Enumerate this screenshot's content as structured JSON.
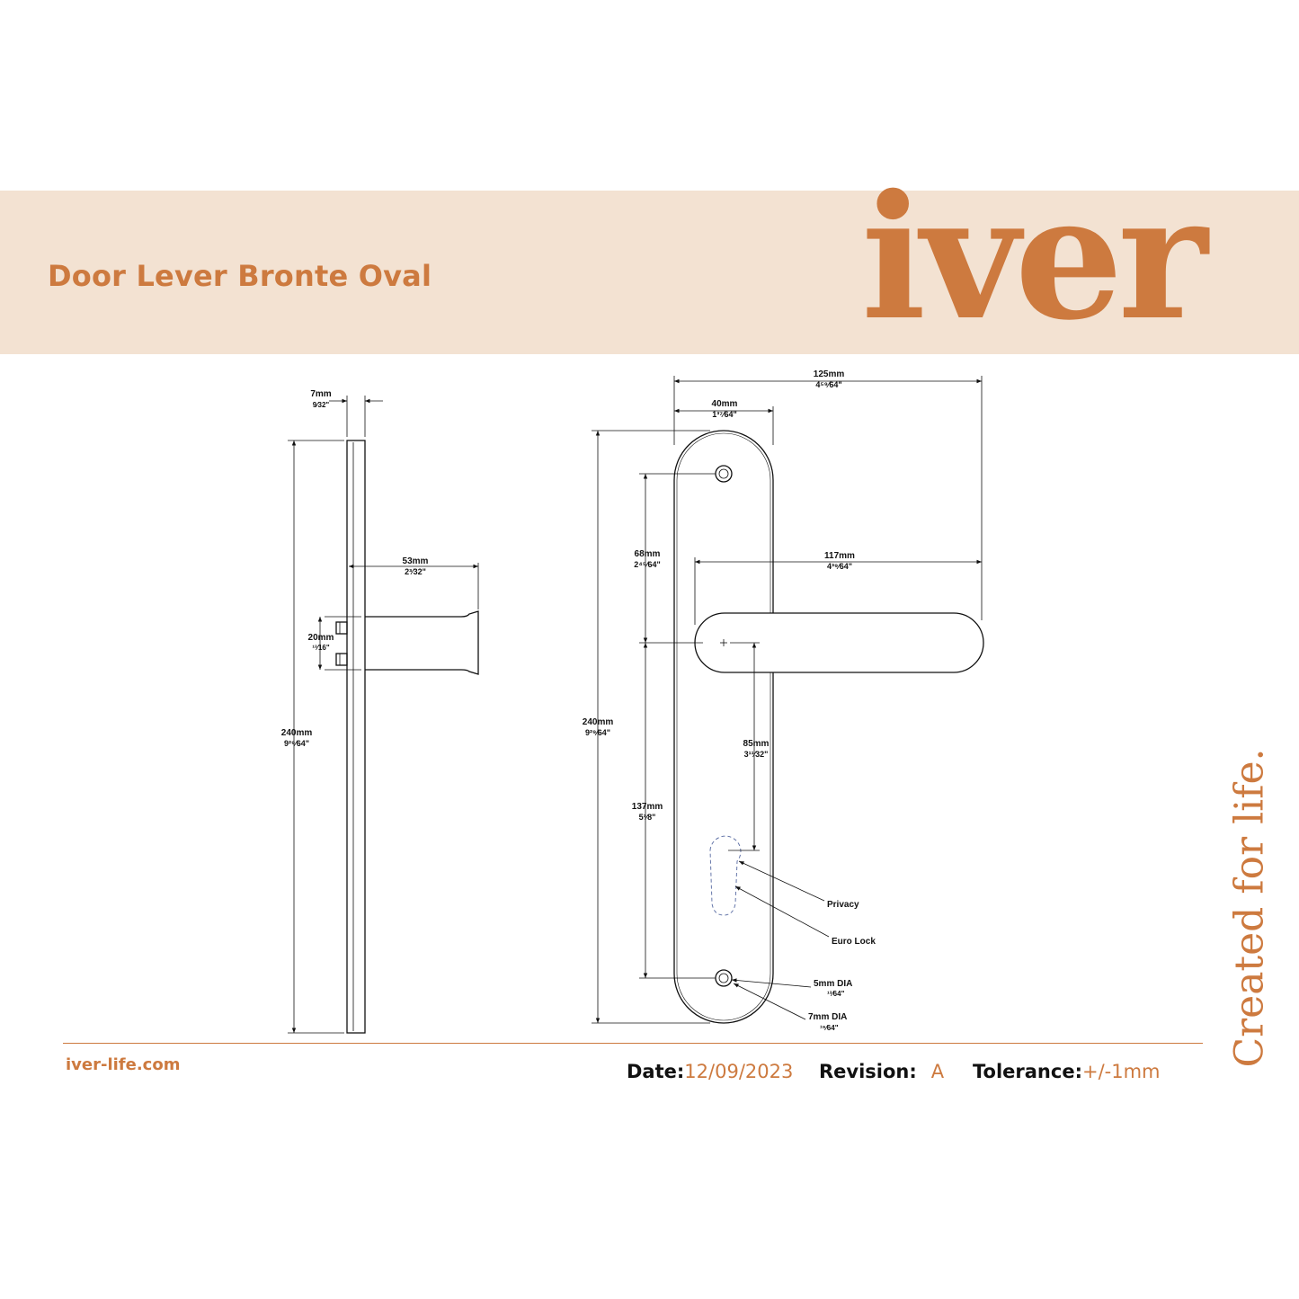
{
  "header": {
    "title": "Door Lever Bronte Oval",
    "logo_text": "iver"
  },
  "tagline": "Created for life.",
  "footer": {
    "website": "iver-life.com",
    "date_label": "Date:",
    "date_value": "12/09/2023",
    "revision_label": "Revision:",
    "revision_value": "A",
    "tolerance_label": "Tolerance:",
    "tolerance_value": "+/-1mm"
  },
  "side_view": {
    "thickness_mm": "7mm",
    "thickness_in": "9⁄32\"",
    "height_mm": "240mm",
    "height_in": "9²⁹⁄64\"",
    "projection_mm": "53mm",
    "projection_in": "2³⁄32\"",
    "rose_mm": "20mm",
    "rose_in": "¹³⁄16\""
  },
  "front_view": {
    "lever_span_mm": "125mm",
    "lever_span_in": "4⁵⁹⁄64\"",
    "plate_width_mm": "40mm",
    "plate_width_in": "1³⁷⁄64\"",
    "lever_length_mm": "117mm",
    "lever_length_in": "4³⁹⁄64\"",
    "height_mm": "240mm",
    "height_in": "9²⁹⁄64\"",
    "screw_to_lever_mm": "68mm",
    "screw_to_lever_in": "2⁴⁵⁄64\"",
    "lever_to_screw_mm": "137mm",
    "lever_to_screw_in": "5³⁄8\"",
    "lever_to_lock_mm": "85mm",
    "lever_to_lock_in": "3¹¹⁄32\"",
    "privacy_label": "Privacy",
    "euro_lock_label": "Euro Lock",
    "screw_hole_mm": "5mm DIA",
    "screw_hole_in": "¹³⁄64\"",
    "countersink_mm": "7mm DIA",
    "countersink_in": "¹⁹⁄64\""
  },
  "colors": {
    "brand": "#cd7a3f",
    "banner_bg": "#f3e2d2"
  }
}
